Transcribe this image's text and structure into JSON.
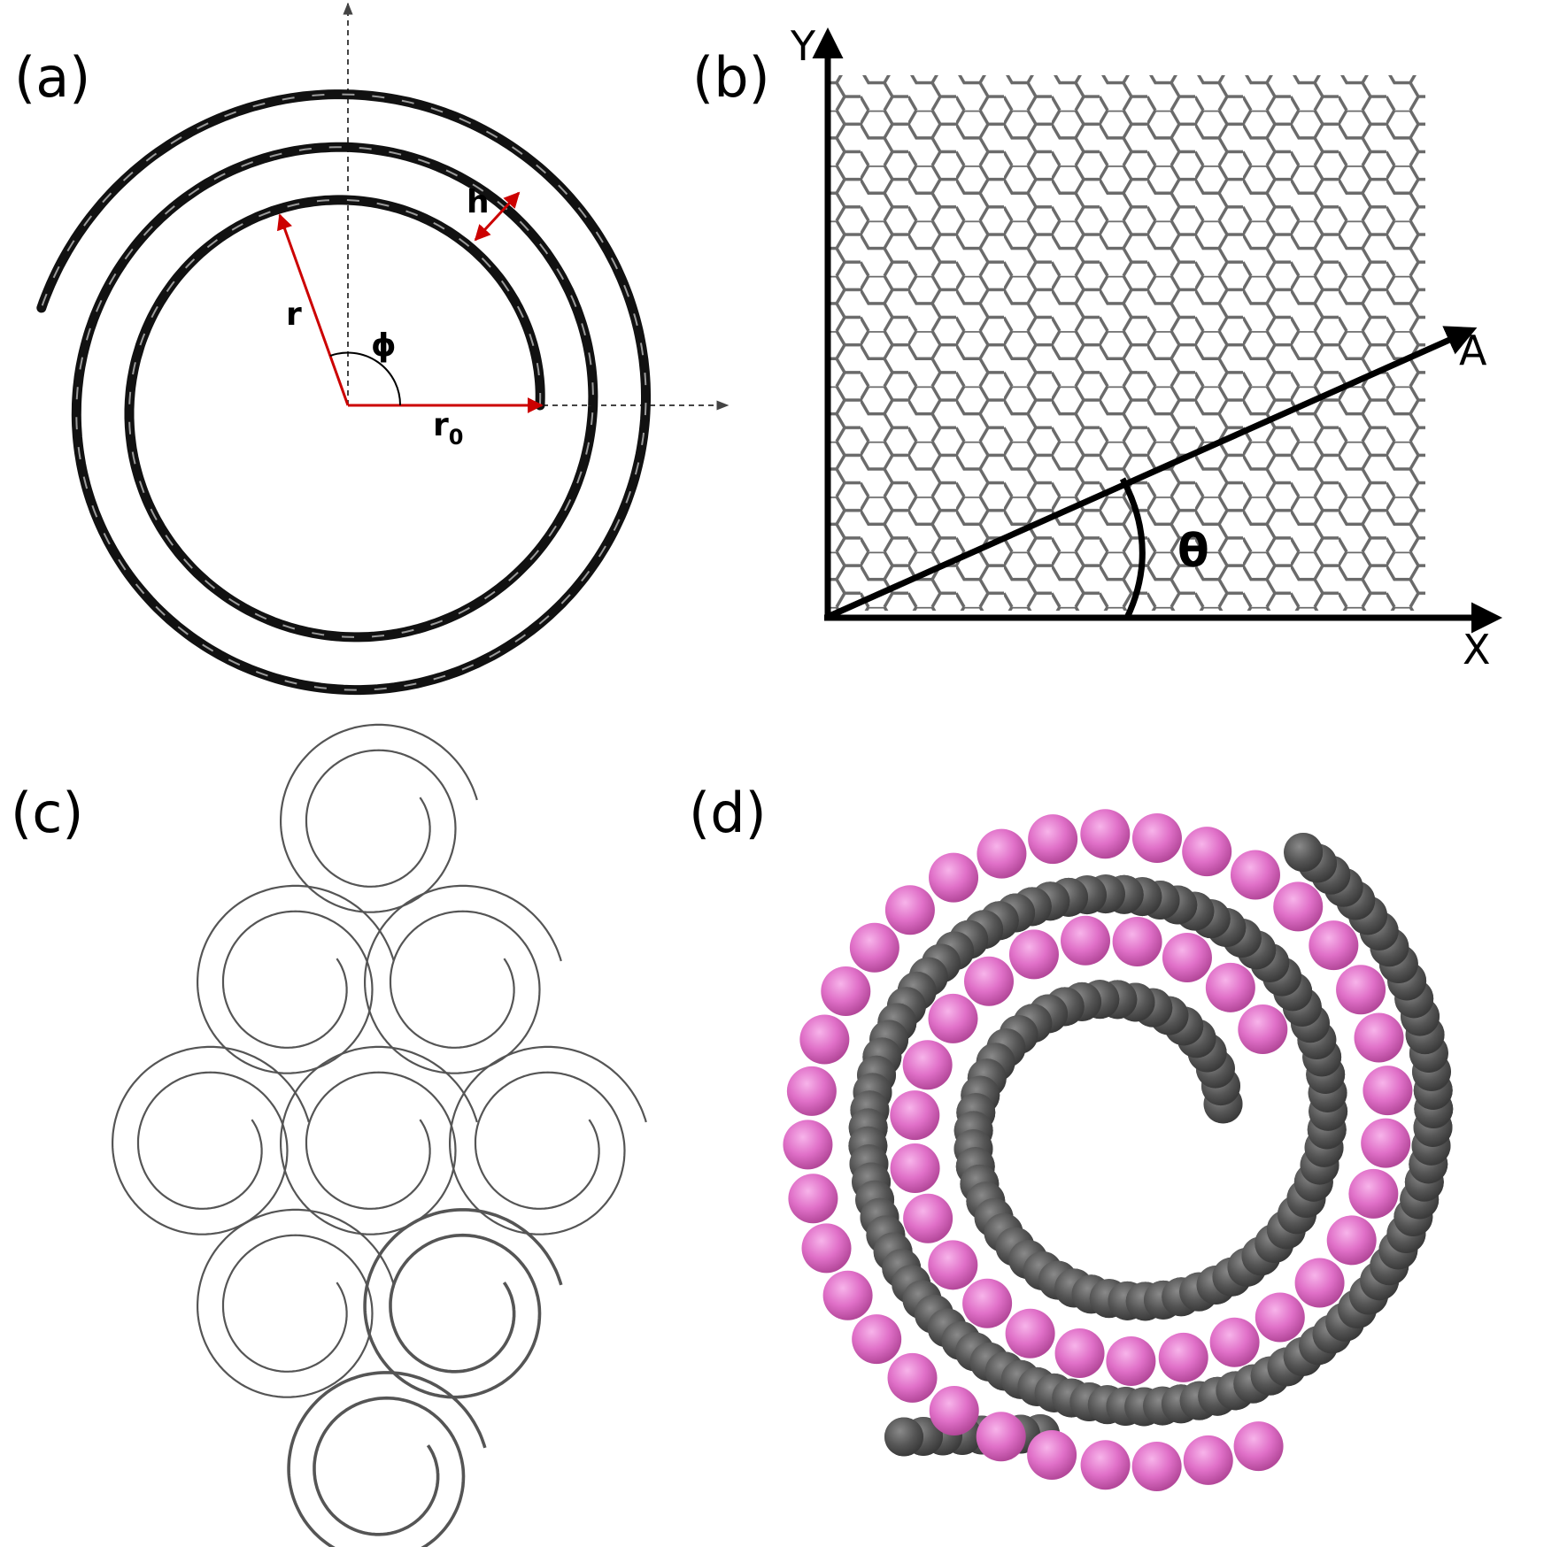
{
  "panels": {
    "a": {
      "label": "(a)",
      "symbols": {
        "r": "r",
        "phi": "ϕ",
        "h": "h",
        "r0_base": "r",
        "r0_sub": "0"
      },
      "colors": {
        "spiral": "#111111",
        "vector": "#cc0000",
        "guide": "#444444"
      }
    },
    "b": {
      "label": "(b)",
      "axes": {
        "y": "Y",
        "x": "X",
        "a": "A"
      },
      "angle_symbol": "θ",
      "colors": {
        "lattice": "#6a6a6a",
        "axis": "#000000"
      }
    },
    "c": {
      "label": "(c)",
      "colors": {
        "spiral": "#555555"
      }
    },
    "d": {
      "label": "(d)",
      "colors": {
        "carbon": "#555555",
        "guest": "#e070c8"
      }
    }
  }
}
